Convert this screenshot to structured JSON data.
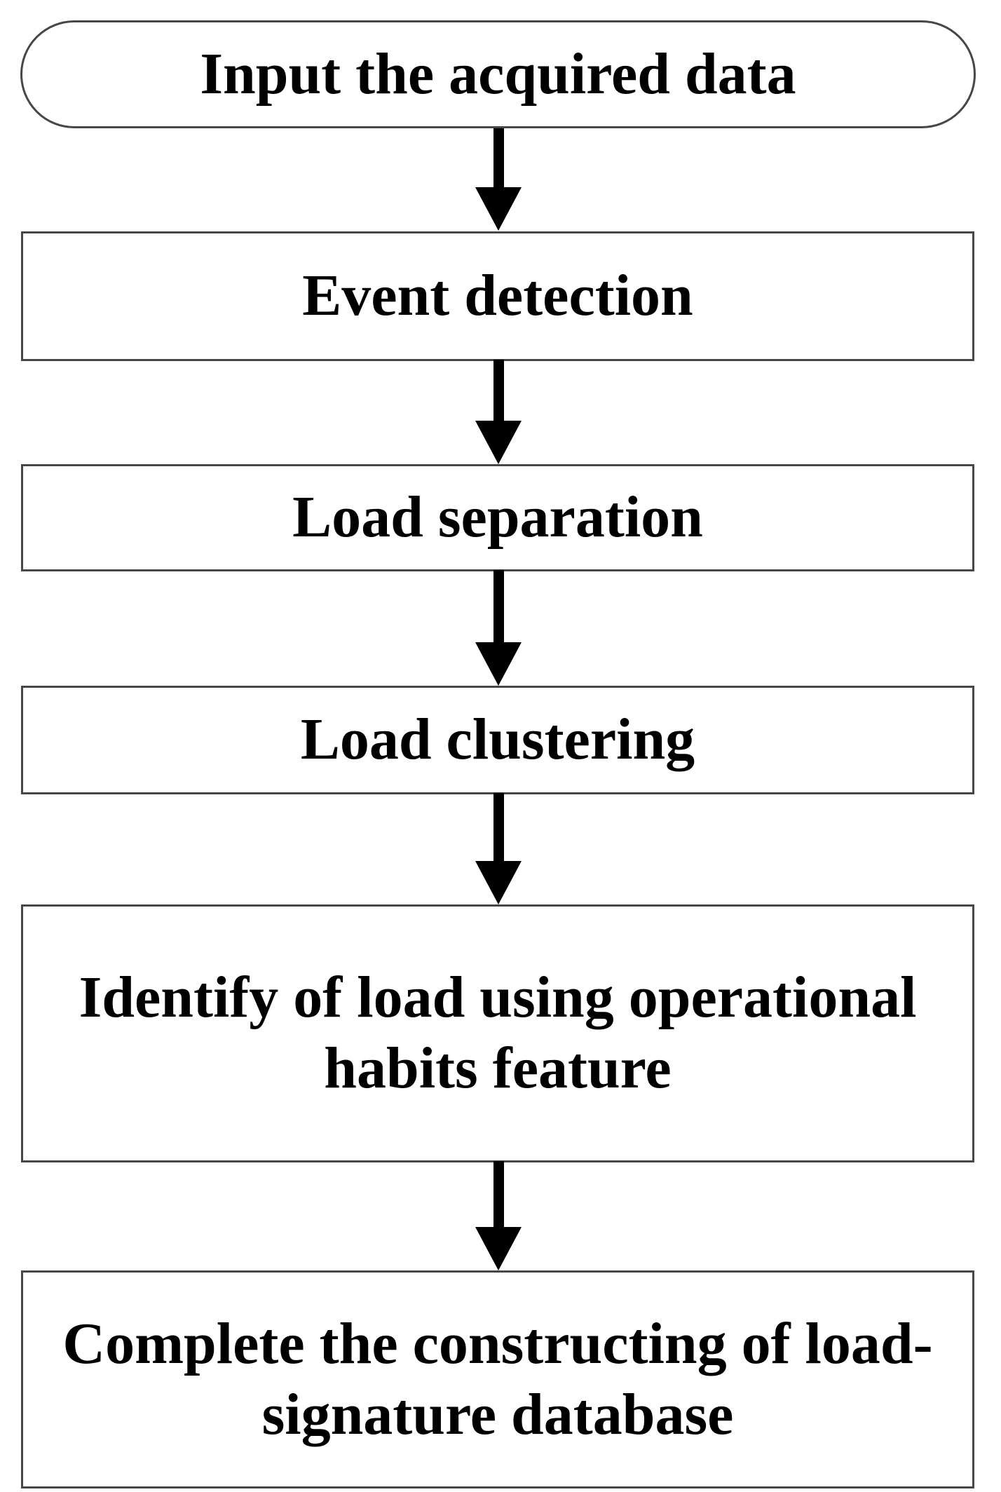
{
  "colors": {
    "background": "#ffffff",
    "node_fill": "#ffffff",
    "node_border": "#474747",
    "arrow": "#000000",
    "text": "#000000"
  },
  "flowchart": {
    "direction": "top-down",
    "nodes": [
      {
        "id": "start",
        "shape": "stadium",
        "lines": [
          "Input the acquired data"
        ]
      },
      {
        "id": "event-detection",
        "shape": "rectangle",
        "lines": [
          "Event detection"
        ]
      },
      {
        "id": "load-separation",
        "shape": "rectangle",
        "lines": [
          "Load separation"
        ]
      },
      {
        "id": "load-clustering",
        "shape": "rectangle",
        "lines": [
          "Load clustering"
        ]
      },
      {
        "id": "identify-load",
        "shape": "rectangle",
        "lines": [
          "Identify of load using operational",
          "habits feature"
        ]
      },
      {
        "id": "signature-database",
        "shape": "rectangle",
        "lines": [
          "Complete the constructing of load-",
          "signature database"
        ]
      }
    ],
    "edges": [
      {
        "from": "start",
        "to": "event-detection",
        "style": "down-arrow"
      },
      {
        "from": "event-detection",
        "to": "load-separation",
        "style": "down-arrow"
      },
      {
        "from": "load-separation",
        "to": "load-clustering",
        "style": "down-arrow"
      },
      {
        "from": "load-clustering",
        "to": "identify-load",
        "style": "down-arrow"
      },
      {
        "from": "identify-load",
        "to": "signature-database",
        "style": "down-arrow"
      }
    ]
  }
}
